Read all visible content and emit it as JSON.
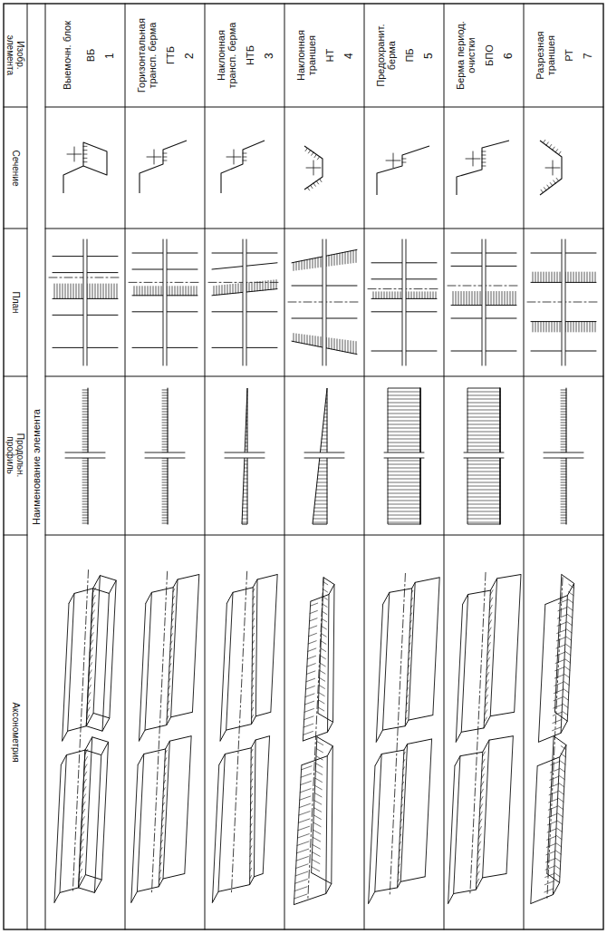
{
  "diagram": {
    "labels": [
      "Изобр. элемента",
      "Наименование элемента",
      "Выемочн. блок",
      "ВБ",
      "1",
      "Горизонтальная трансп. берма",
      "ГТБ",
      "2",
      "Наклонная трансп. берма",
      "НТБ",
      "3",
      "Наклонная траншея",
      "НТ",
      "4",
      "Предохранит. берма",
      "ПБ",
      "5",
      "Берма период. очистки",
      "БПО",
      "6",
      "Разрезная траншея",
      "РТ",
      "7",
      "Сечение",
      "План",
      "Продольн. профиль",
      "Аксонометрия"
    ]
  }
}
